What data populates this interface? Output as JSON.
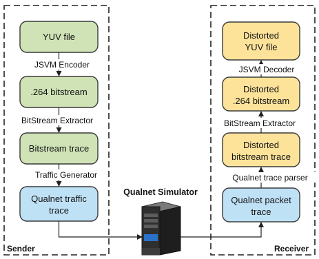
{
  "panels": {
    "sender": "Sender",
    "receiver": "Receiver"
  },
  "simulator": {
    "title": "Qualnet Simulator",
    "icon": "server-tower-icon"
  },
  "sender_nodes": [
    {
      "lines": [
        "YUV file"
      ]
    },
    {
      "lines": [
        ".264 bitstream"
      ]
    },
    {
      "lines": [
        "Bitstream trace"
      ]
    },
    {
      "lines": [
        "Qualnet traffic",
        "trace"
      ]
    }
  ],
  "sender_edges": [
    "JSVM Encoder",
    "BitStream Extractor",
    "Traffic Generator"
  ],
  "receiver_nodes": [
    {
      "lines": [
        "Distorted",
        "YUV file"
      ]
    },
    {
      "lines": [
        "Distorted",
        ".264 bitstream"
      ]
    },
    {
      "lines": [
        "Distorted",
        "bitstream trace"
      ]
    },
    {
      "lines": [
        "Qualnet packet",
        "trace"
      ]
    }
  ],
  "receiver_edges": [
    "JSVM Decoder",
    "BitStream Extractor",
    "Qualnet trace parser"
  ],
  "colors": {
    "green_fill": "#cfe3b6",
    "yellow_fill": "#fde39a",
    "blue_fill": "#bfe1f6",
    "box_stroke": "#3a3a3a",
    "dash_stroke": "#222222"
  }
}
